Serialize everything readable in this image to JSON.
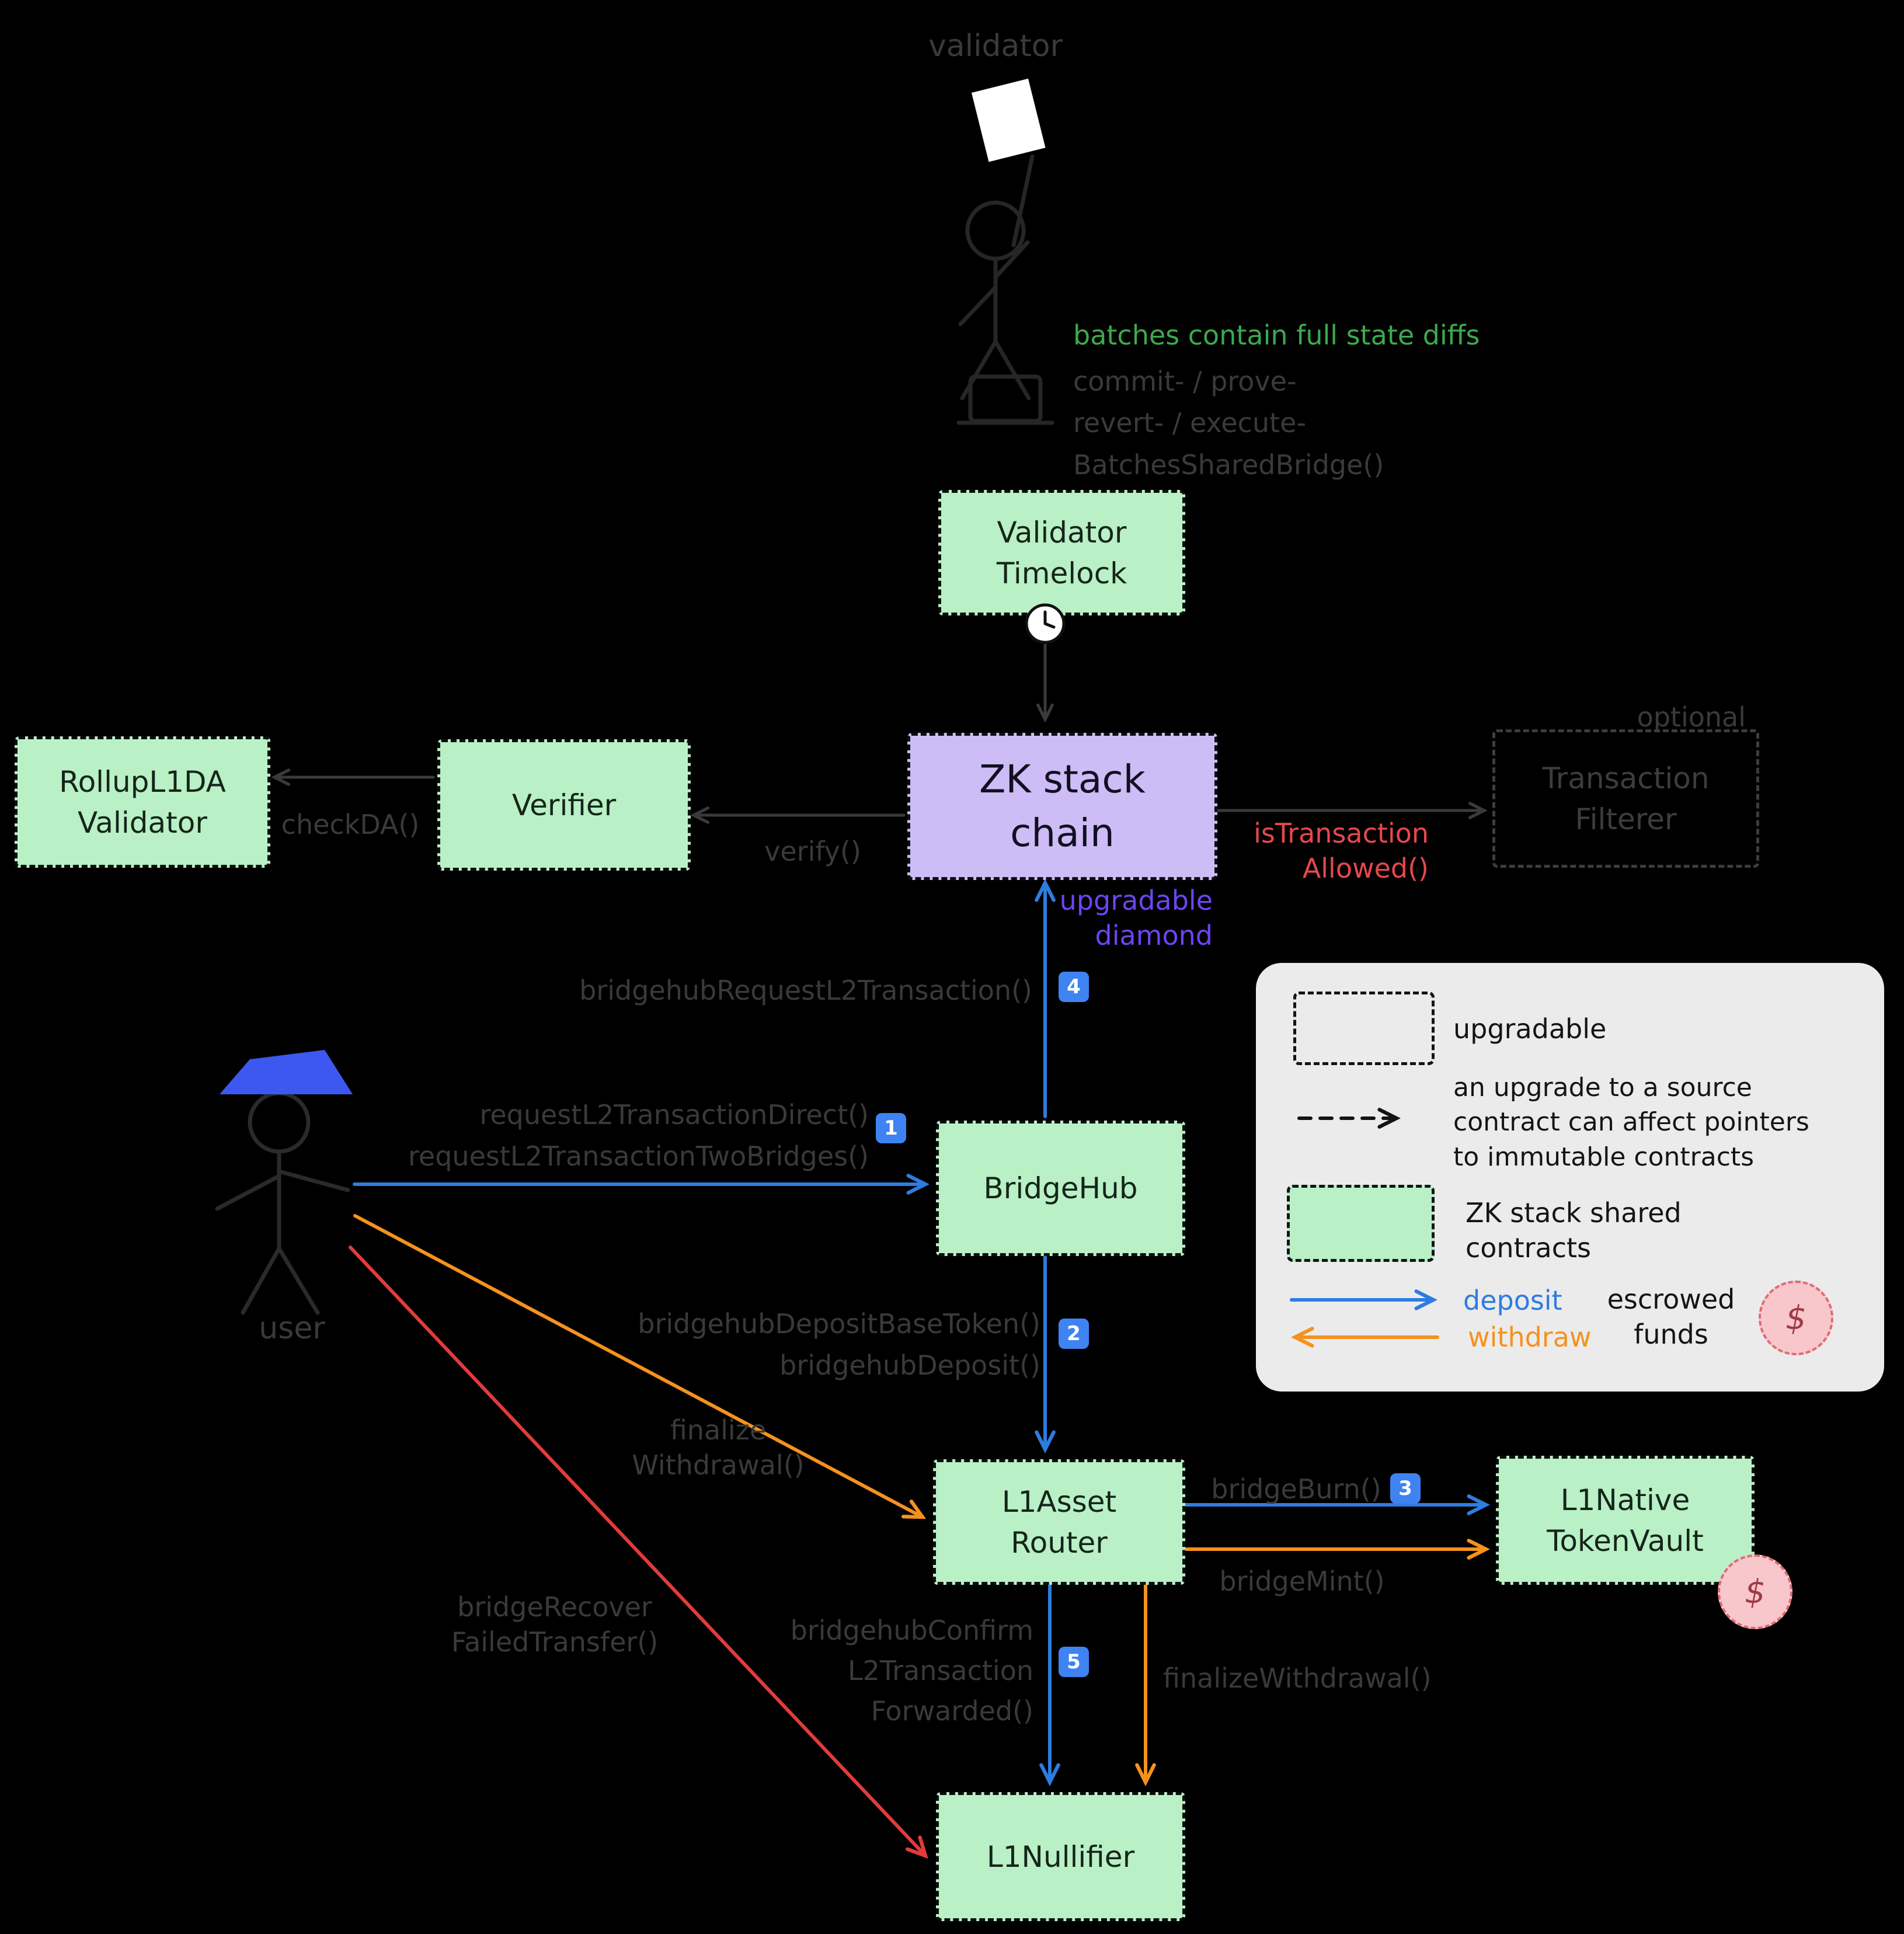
{
  "palette": {
    "background": "#000000",
    "shared_contract_fill": "#b9f0c5",
    "upgradable_diamond_fill": "#cdbcf5",
    "gray_label": "#3a3a3a",
    "green_label": "#3da94c",
    "red_label": "#e5484d",
    "purple_label": "#6b46f2",
    "deposit_blue": "#2f7ce0",
    "withdraw_orange": "#f5921e",
    "recover_red": "#e23b3b",
    "badge_blue": "#3f83f2",
    "legend_background": "#ebebeb",
    "escrow_pink": "#f7c7cc"
  },
  "actors": {
    "validator_label": "validator",
    "user_label": "user"
  },
  "nodes": {
    "validator_timelock": "Validator\nTimelock",
    "zk_stack_chain": "ZK stack\nchain",
    "rollup_l1da_validator": "RollupL1DA\nValidator",
    "verifier": "Verifier",
    "transaction_filterer": "Transaction\nFilterer",
    "bridgehub": "BridgeHub",
    "l1_asset_router": "L1Asset\nRouter",
    "l1_native_token_vault": "L1Native\nTokenVault",
    "l1_nullifier": "L1Nullifier"
  },
  "annotations": {
    "batches_note": "batches contain full state diffs",
    "commit_calls": "commit- / prove-\nrevert- / execute-\nBatchesSharedBridge()",
    "check_da": "checkDA()",
    "verify": "verify()",
    "optional": "optional",
    "is_transaction_allowed": "isTransaction\nAllowed()",
    "upgradable_diamond": "upgradable\ndiamond",
    "bridgehub_request": "bridgehubRequestL2Transaction()",
    "request_l2": "requestL2TransactionDirect()\nrequestL2TransactionTwoBridges()",
    "bridgehub_deposit": "bridgehubDepositBaseToken()\nbridgehubDeposit()",
    "finalize_withdrawal_user": "finalize\nWithdrawal()",
    "bridge_burn": "bridgeBurn()",
    "bridge_mint": "bridgeMint()",
    "bridge_recover": "bridgeRecover\nFailedTransfer()",
    "bridgehub_confirm": "bridgehubConfirm\nL2Transaction\nForwarded()",
    "finalize_withdrawal": "finalizeWithdrawal()",
    "vault_dollar": "$"
  },
  "badges": {
    "step1": "1",
    "step2": "2",
    "step3": "3",
    "step4": "4",
    "step5": "5"
  },
  "legend": {
    "upgradable": "upgradable",
    "upgrade_note": "an upgrade to a source\ncontract can affect pointers\nto immutable contracts",
    "shared_contracts": "ZK stack shared\ncontracts",
    "deposit": "deposit",
    "withdraw": "withdraw",
    "escrowed_funds": "escrowed\nfunds",
    "dollar": "$"
  }
}
